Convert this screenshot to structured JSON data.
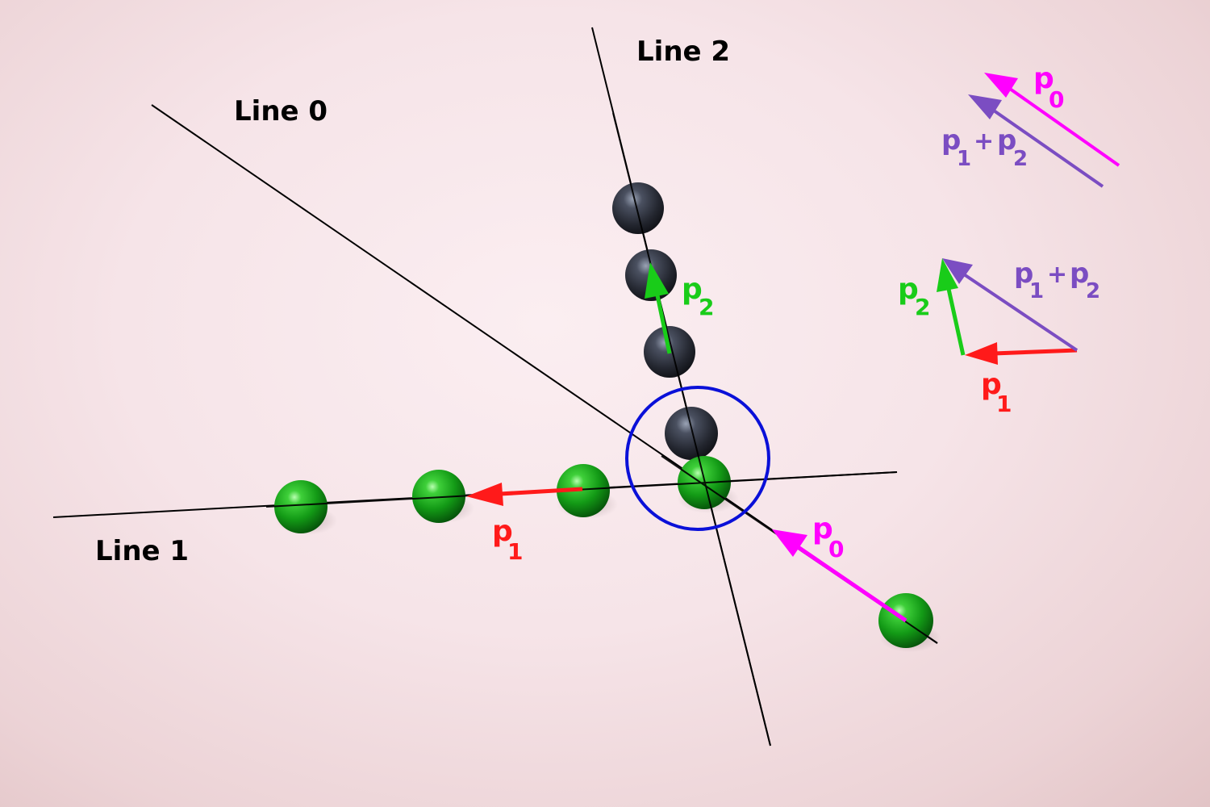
{
  "lines": {
    "line0": "Line 0",
    "line1": "Line 1",
    "line2": "Line 2"
  },
  "vector_labels": {
    "p0": {
      "letter": "p",
      "subscript": "0"
    },
    "p1": {
      "letter": "p",
      "subscript": "1"
    },
    "p2": {
      "letter": "p",
      "subscript": "2"
    },
    "sum": {
      "p1_letter": "p",
      "p1_sub": "1",
      "plus": "+",
      "p2_letter": "p",
      "p2_sub": "2"
    }
  },
  "colors": {
    "p0": "#ff00ff",
    "p1": "#ff1a1a",
    "p2": "#19cc19",
    "sum": "#7b4dc2",
    "collision_circle": "#0a10d8",
    "lines": "#000000",
    "green_ball": "#1faa1f",
    "dark_ball": "#2a2e3a"
  }
}
